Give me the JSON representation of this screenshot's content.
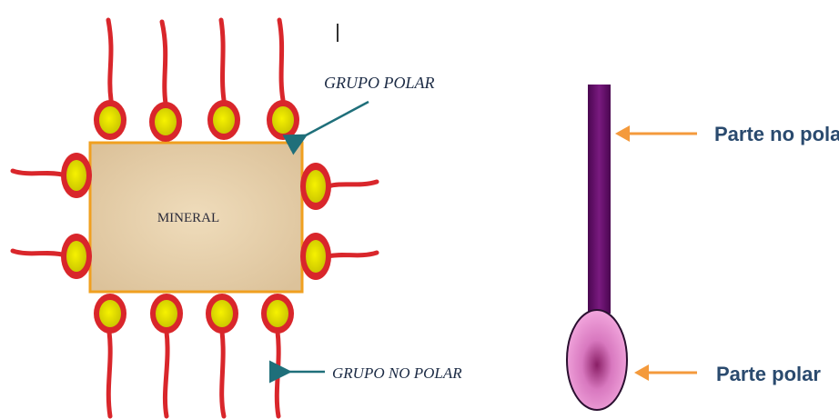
{
  "left_diagram": {
    "mineral_label": "MINERAL",
    "polar_group_label": "GRUPO POLAR",
    "nonpolar_group_label": "GRUPO NO POLAR",
    "colors": {
      "tail": "#d9262b",
      "head_outer": "#d9262b",
      "head_inner": "#e8e800",
      "mineral_fill": "#e6cfa9",
      "mineral_border": "#f0a020",
      "arrow": "#1f6f7a"
    }
  },
  "right_diagram": {
    "nonpolar_part_label": "Parte no polar",
    "polar_part_label": "Parte polar",
    "colors": {
      "stem": "#6a0f6e",
      "head": "#e88ed0",
      "arrow": "#f49a3c"
    }
  }
}
